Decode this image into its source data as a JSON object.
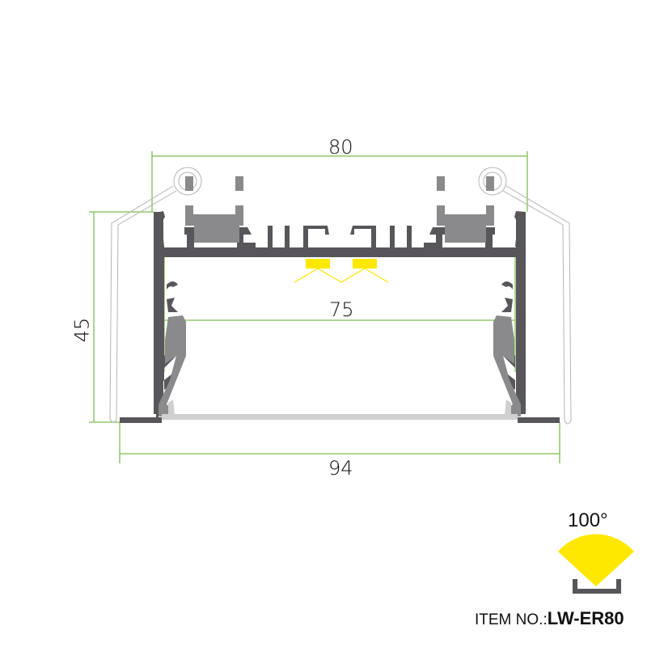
{
  "diagram": {
    "type": "aluminum-profile-cross-section",
    "dimensions": {
      "top_width": "80",
      "height": "45",
      "inner_width": "75",
      "bottom_width": "94"
    },
    "beam_angle": "100°",
    "item": {
      "prefix": "ITEM NO.:",
      "code": "LW-ER80"
    },
    "colors": {
      "profile_dark": "#58565a",
      "profile_mid": "#8a898b",
      "diffuser": "#cfcfcf",
      "led": "#ffe800",
      "dimension_line": "#7cbf4f",
      "spring_clip": "#b5b5b5",
      "text": "#111111"
    }
  }
}
